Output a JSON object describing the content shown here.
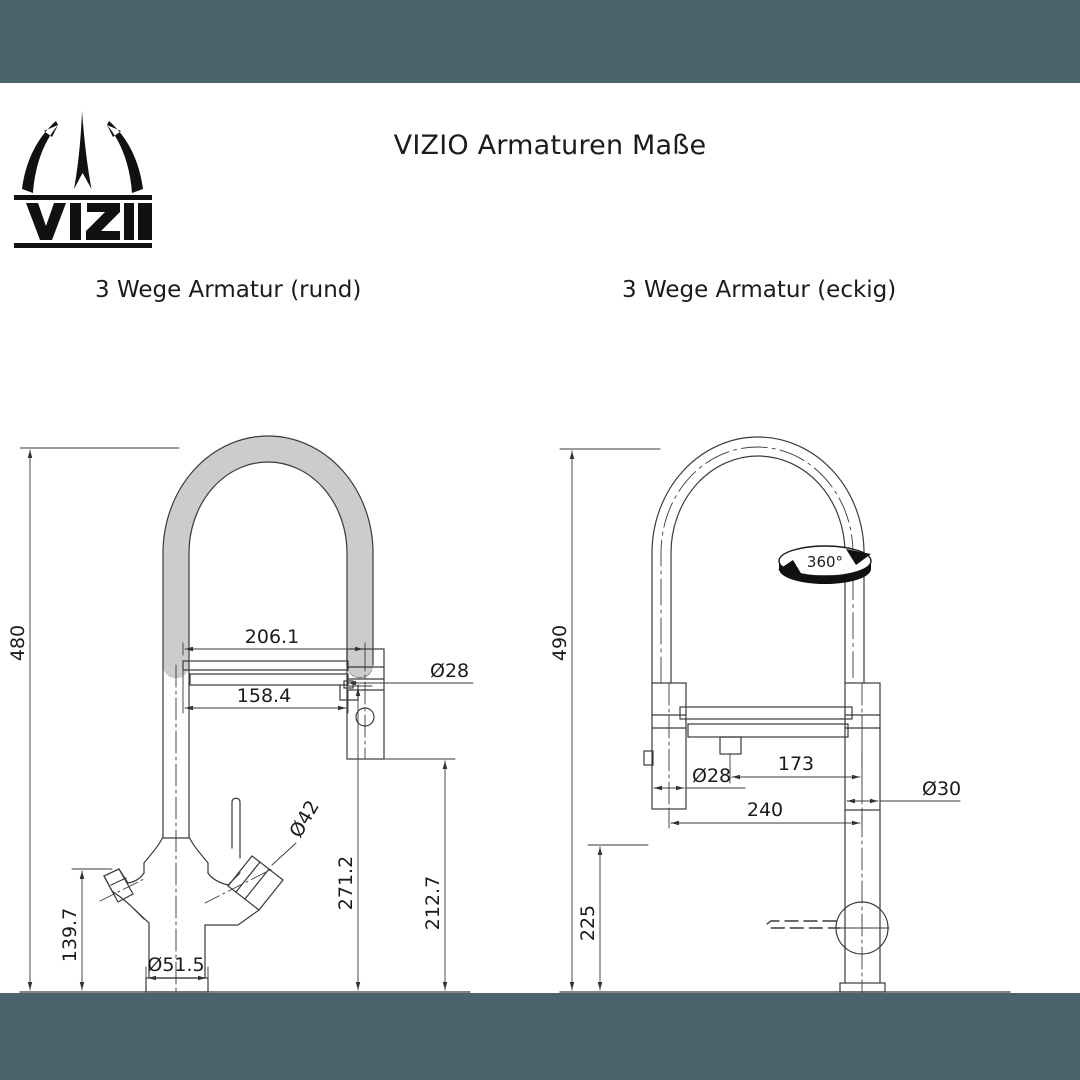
{
  "theme": {
    "band_color": "#4a636d",
    "page_background": "#ffffff",
    "ink": "#1b1b1b",
    "line_color": "#3a3a3a"
  },
  "header": {
    "title": "VIZIO Armaturen Maße",
    "brand": "VIZIO",
    "logo_name": "vizio-flame-logo"
  },
  "drawings": [
    {
      "id": "round",
      "caption": "3 Wege Armatur (rund)",
      "spout_style": "coiled-spring",
      "dimensions": {
        "overall_height": "480",
        "spout_reach": "206.1",
        "inner_reach": "158.4",
        "head_diameter": "Ø28",
        "handle_diameter": "Ø42",
        "base_diameter": "Ø51.5",
        "handle_height": "139.7",
        "column_height": "271.2",
        "head_height": "212.7"
      }
    },
    {
      "id": "square",
      "caption": "3 Wege Armatur (eckig)",
      "spout_style": "smooth-tube",
      "rotation_badge": "360°",
      "dimensions": {
        "overall_height": "490",
        "inner_reach": "173",
        "spout_reach": "240",
        "column_diameter": "Ø28",
        "head_diameter": "Ø30",
        "handle_height": "225"
      }
    }
  ]
}
